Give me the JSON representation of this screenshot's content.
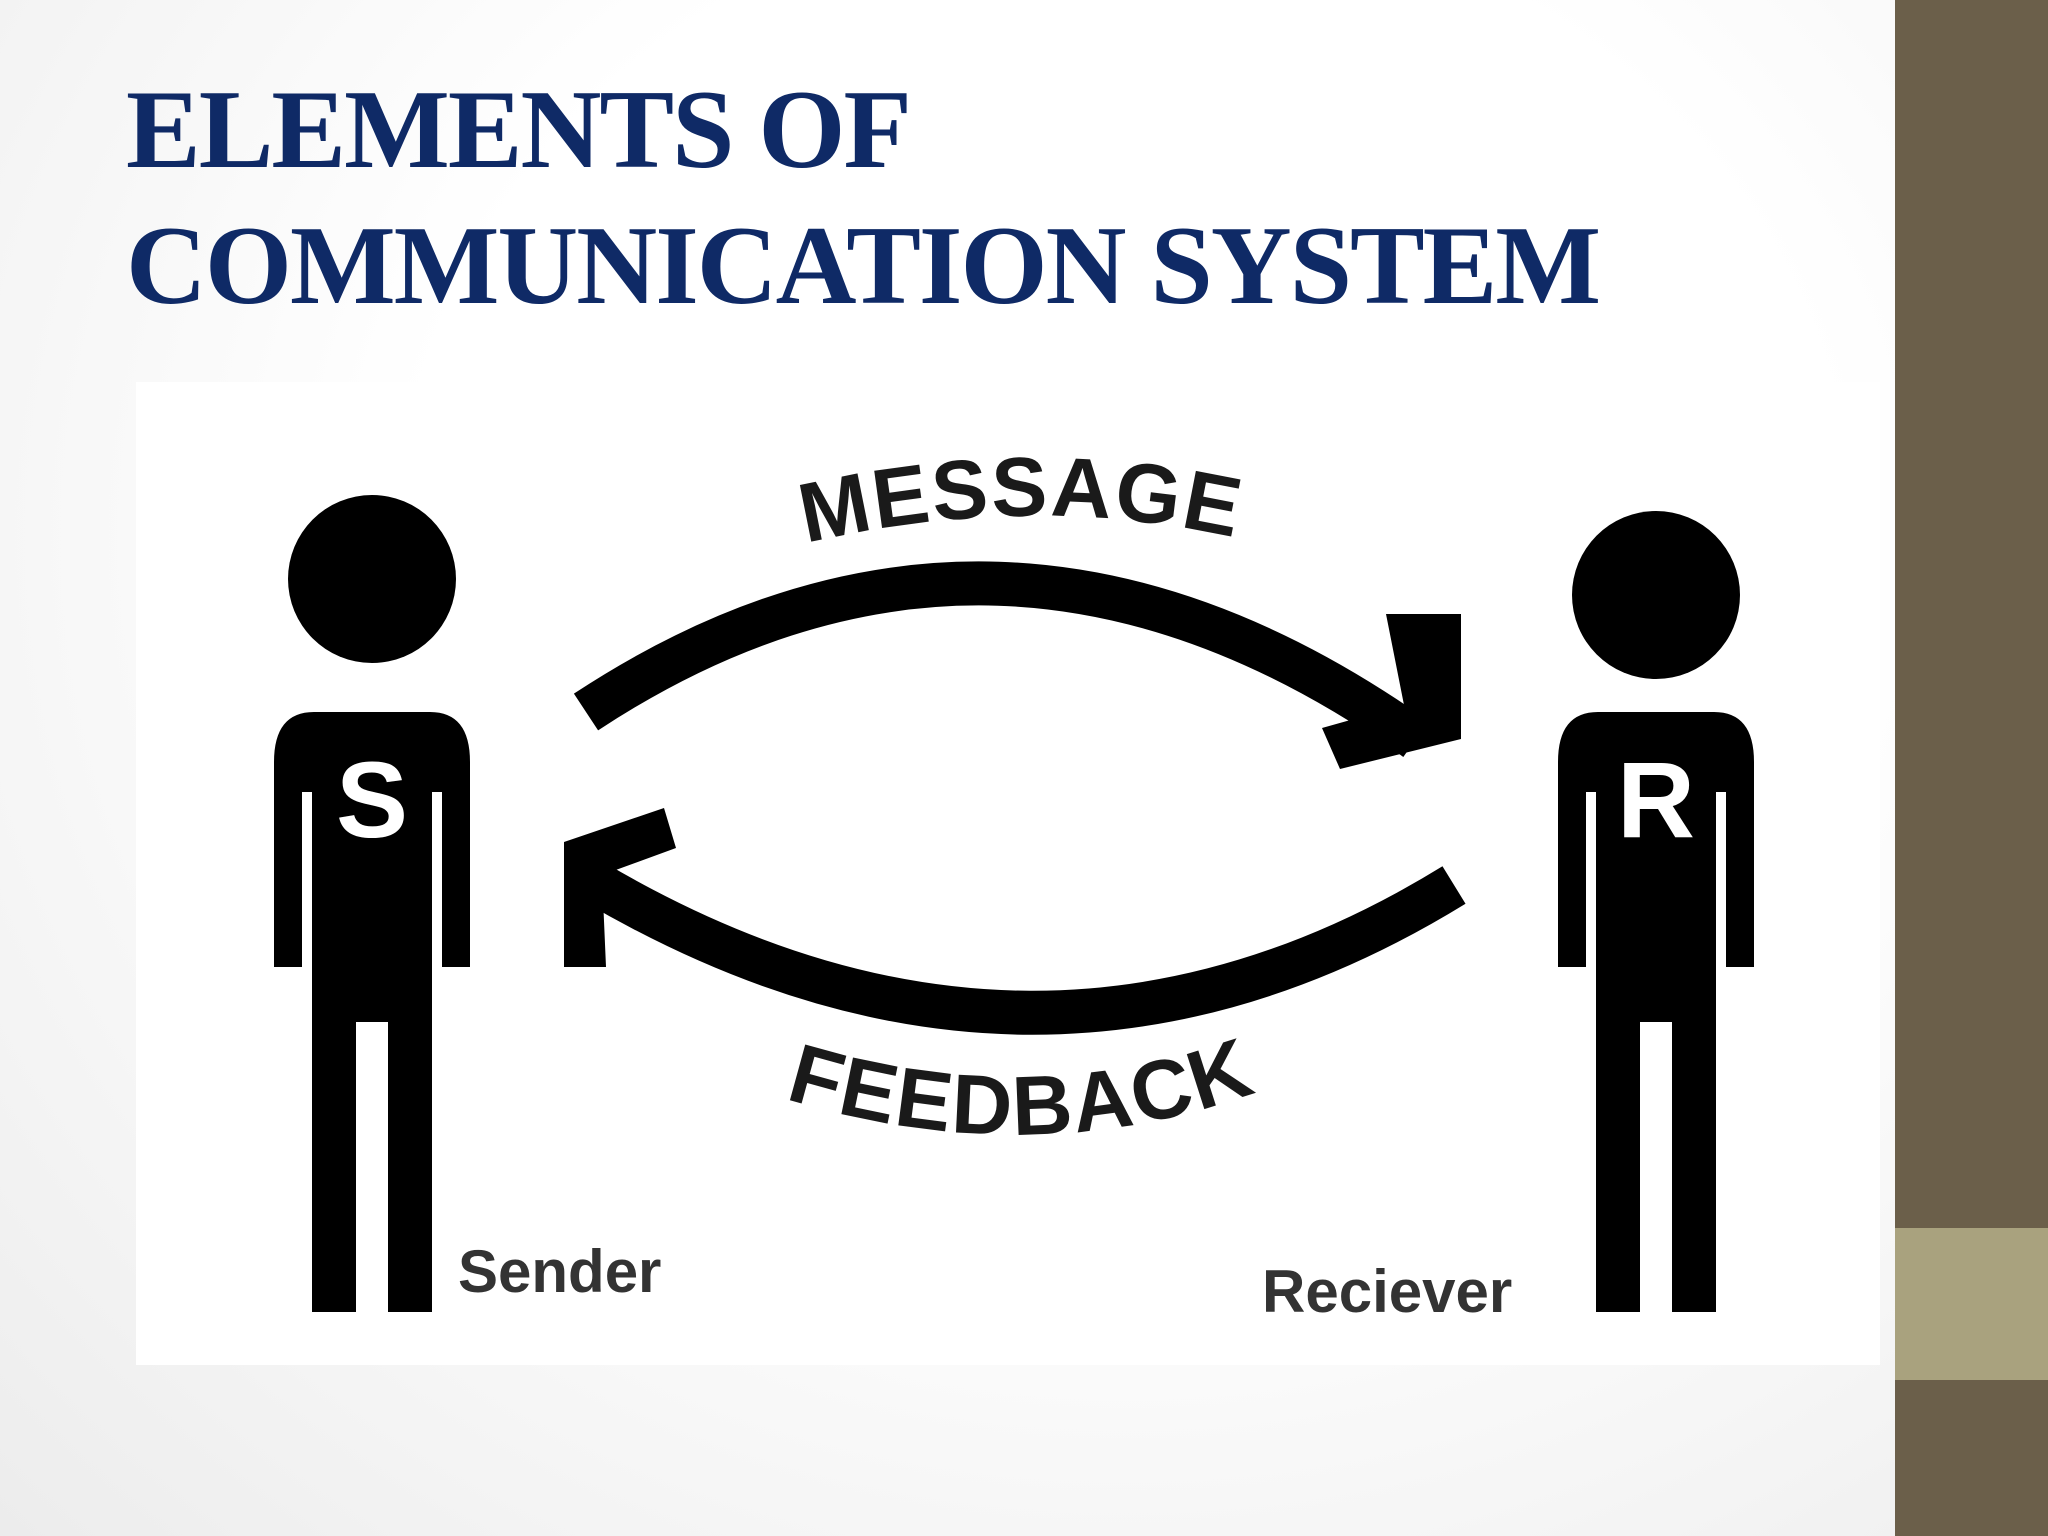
{
  "slide": {
    "title": "ELEMENTS OF COMMUNICATION SYSTEM"
  },
  "diagram": {
    "message_label": "MESSAGE",
    "feedback_label": "FEEDBACK",
    "sender": {
      "initial": "S",
      "caption": "Sender"
    },
    "receiver": {
      "initial": "R",
      "caption": "Reciever"
    }
  },
  "colors": {
    "title": "#0f2a66",
    "sidebar": "#6b5f4a",
    "sidebar_accent": "#a9a27e",
    "figure": "#000000",
    "caption": "#333333"
  }
}
